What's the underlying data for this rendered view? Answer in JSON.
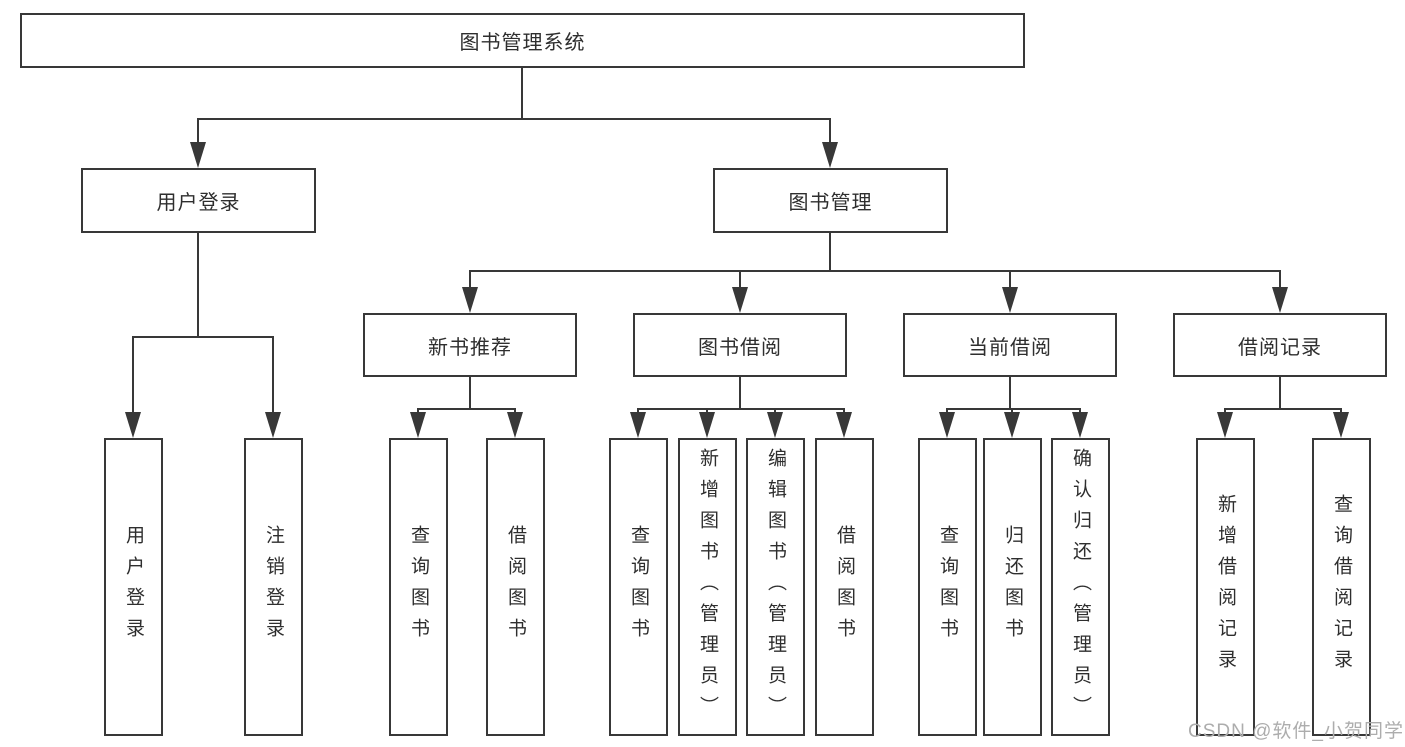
{
  "diagram": {
    "type": "hierarchy",
    "tree": {
      "root": {
        "label": "图书管理系统"
      },
      "branches": [
        {
          "label": "用户登录",
          "children": [
            {
              "label": "用户登录"
            },
            {
              "label": "注销登录"
            }
          ]
        },
        {
          "label": "图书管理",
          "children": [
            {
              "label": "新书推荐",
              "children": [
                {
                  "label": "查询图书"
                },
                {
                  "label": "借阅图书"
                }
              ]
            },
            {
              "label": "图书借阅",
              "children": [
                {
                  "label": "查询图书"
                },
                {
                  "label": "新增图书（管理员）"
                },
                {
                  "label": "编辑图书（管理员）"
                },
                {
                  "label": "借阅图书"
                }
              ]
            },
            {
              "label": "当前借阅",
              "children": [
                {
                  "label": "查询图书"
                },
                {
                  "label": "归还图书"
                },
                {
                  "label": "确认归还（管理员）"
                }
              ]
            },
            {
              "label": "借阅记录",
              "children": [
                {
                  "label": "新增借阅记录"
                },
                {
                  "label": "查询借阅记录"
                }
              ]
            }
          ]
        }
      ]
    },
    "colors": {
      "line": "#383838",
      "text": "#2e2e2e",
      "watermark": "#adadad",
      "background": "#ffffff"
    }
  },
  "watermark": {
    "text": "CSDN @软件_小贺同学"
  }
}
